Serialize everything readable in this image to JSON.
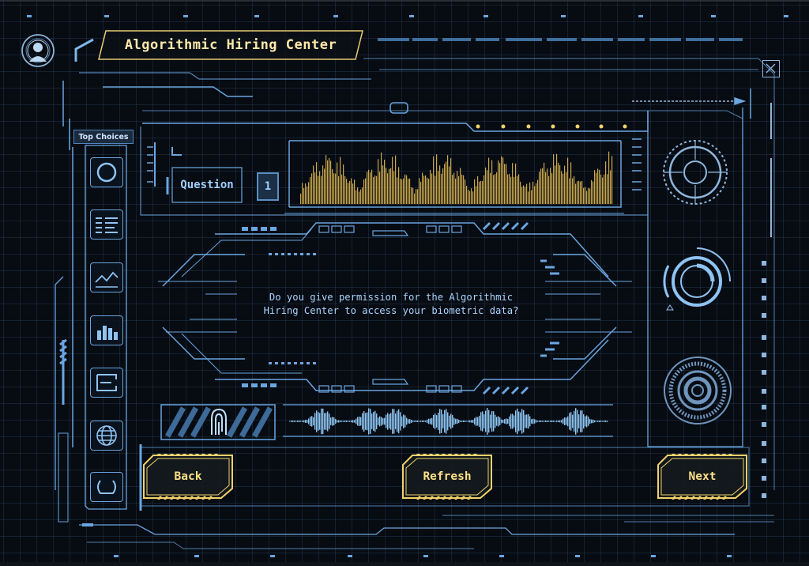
{
  "app": {
    "title": "Algorithmic Hiring Center"
  },
  "sidebar": {
    "label": "Top Choices",
    "items": [
      {
        "icon": "ring-icon"
      },
      {
        "icon": "document-icon"
      },
      {
        "icon": "line-chart-icon"
      },
      {
        "icon": "bar-chart-icon"
      },
      {
        "icon": "panel-icon"
      },
      {
        "icon": "globe-icon"
      },
      {
        "icon": "loop-icon"
      }
    ]
  },
  "question": {
    "label": "Question",
    "number": "1",
    "text_line1": "Do you give permission for the Algorithmic",
    "text_line2": "Hiring Center to access your biometric data?"
  },
  "buttons": {
    "back": "Back",
    "refresh": "Refresh",
    "next": "Next"
  },
  "icons": {
    "logo": "portrait-emblem-icon",
    "close": "close-icon",
    "fingerprint": "fingerprint-icon"
  },
  "colors": {
    "accent_blue": "#6aa6e0",
    "title_yellow": "#ffe9a8",
    "button_yellow": "#f1d26a",
    "waveform_gold": "#c9a64a",
    "waveform_blue": "#8ec6f4",
    "background": "#070b12"
  }
}
